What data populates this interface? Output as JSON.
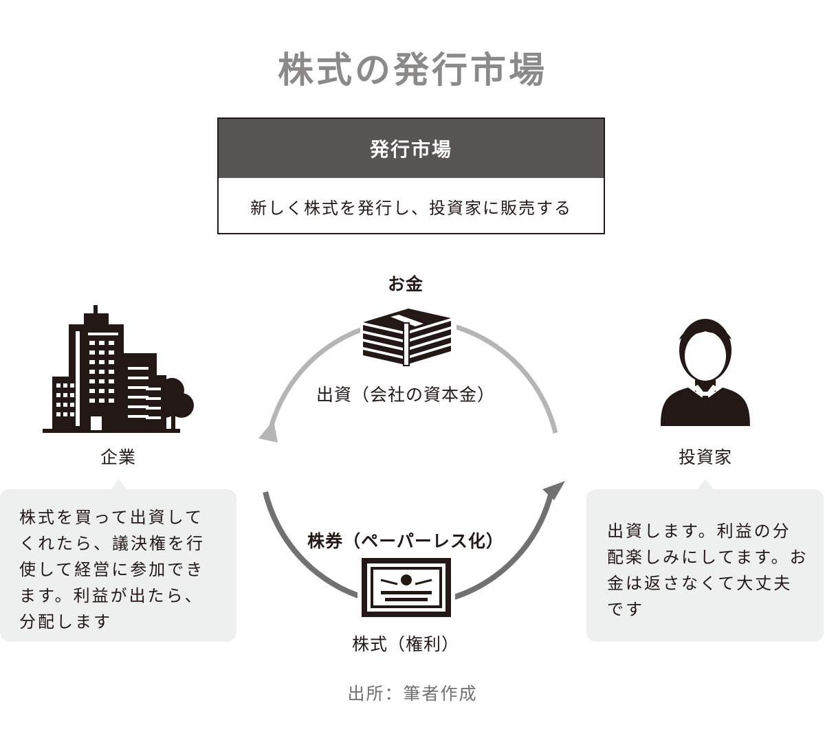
{
  "title": "株式の発行市場",
  "market": {
    "heading": "発行市場",
    "description": "新しく株式を発行し、投資家に販売する"
  },
  "money": {
    "label": "お金",
    "caption": "出資（会社の資本金）"
  },
  "stock": {
    "label": "株券（ペーパーレス化）",
    "caption": "株式（権利）"
  },
  "company": {
    "label": "企業",
    "speech": "株式を買って出資してくれたら、議決権を行使して経営に参加できます。利益が出たら、分配します"
  },
  "investor": {
    "label": "投資家",
    "speech": "出資します。利益の分配楽しみにしてます。お金は返さなくて大丈夫です"
  },
  "source": "出所：筆者作成",
  "colors": {
    "title": "#8c8a89",
    "header_fill": "#595554",
    "upper_arrow": "#b5b5b6",
    "lower_arrow": "#727171",
    "bubble": "#eeefef",
    "ink": "#231815"
  },
  "icons": [
    "office-buildings-icon",
    "cash-bundle-icon",
    "businessman-icon",
    "stock-certificate-icon"
  ]
}
